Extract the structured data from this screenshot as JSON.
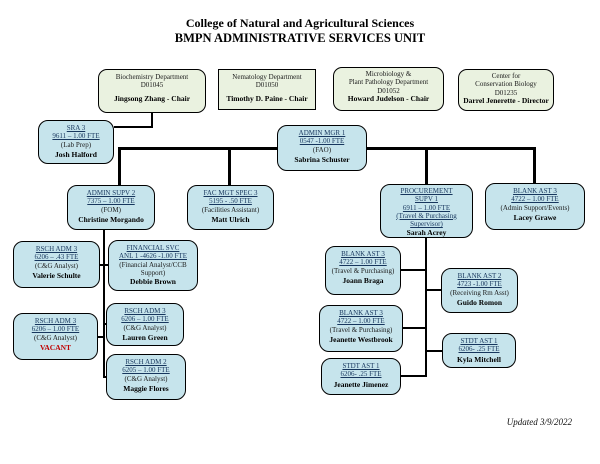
{
  "title": {
    "line1": "College of Natural and Agricultural Sciences",
    "line2": "BMPN ADMINISTRATIVE SERVICES UNIT"
  },
  "footer": {
    "updated": "Updated 3/9/2022"
  },
  "colors": {
    "dept_fill": "#eaf2e0",
    "staff_fill": "#c6e4ec",
    "heading_text": "#17365d",
    "vacant_text": "#c00000",
    "line": "#000000"
  },
  "departments": {
    "biochemistry": {
      "line1": "Biochemistry Department",
      "code": "D01045",
      "head": "Jingsong Zhang - Chair"
    },
    "nematology": {
      "line1": "Nematology Department",
      "code": "D01050",
      "head": "Timothy D. Paine - Chair"
    },
    "microbiology": {
      "line1": "Microbiology &",
      "line2": "Plant Pathology Department",
      "code": "D01052",
      "head": "Howard Judelson - Chair"
    },
    "conservation": {
      "line1": "Center for",
      "line2": "Conservation Biology",
      "code": "D01235",
      "head": "Darrel Jenerette - Director"
    }
  },
  "staff": {
    "josh": {
      "title": "SRA 3",
      "fte": "9611 – 1.00 FTE",
      "role": "(Lab Prep)",
      "name": "Josh Halford"
    },
    "sabrina": {
      "title": "ADMIN MGR 1",
      "fte": "0547 -1.00 FTE",
      "role": "(FAO)",
      "name": "Sabrina Schuster"
    },
    "christine": {
      "title": "ADMIN SUPV 2",
      "fte": "7375 – 1.00 FTE",
      "role": "(FOM)",
      "name": "Christine Morgando"
    },
    "matt": {
      "title": "FAC MGT SPEC 3",
      "fte": "5195 - .50 FTE",
      "role": "(Facilities Assistant)",
      "name": "Matt Ulrich"
    },
    "sarah": {
      "title": "PROCUREMENT",
      "title2": "SUPV 1",
      "fte": "6911 – 1.00 FTE",
      "role": "(Travel & Purchasing Supervisor)",
      "name": "Sarah Acrey"
    },
    "lacey": {
      "title": "BLANK AST 3",
      "fte": "4722 – 1.00 FTE",
      "role": "(Admin Support/Events)",
      "name": "Lacey Grawe"
    },
    "valerie": {
      "title": "RSCH ADM 3",
      "fte": "6206 – .43 FTE",
      "role": "(C&G Analyst)",
      "name": "Valerie Schulte"
    },
    "vacant": {
      "title": "RSCH ADM 3",
      "fte": "6206 – 1.00 FTE",
      "role": "(C&G Analyst)",
      "name": "VACANT"
    },
    "debbie": {
      "title": "FINANCIAL SVC",
      "fte": "ANL 1 -4626 -1.00 FTE",
      "role": "(Financial Analyst/CCB Support)",
      "name": "Debbie Brown"
    },
    "lauren": {
      "title": "RSCH ADM 3",
      "fte": "6206 – 1.00 FTE",
      "role": "(C&G Analyst)",
      "name": "Lauren Green"
    },
    "maggie": {
      "title": "RSCH ADM 2",
      "fte": "6205 – 1.00 FTE",
      "role": "(C&G Analyst)",
      "name": "Maggie Flores"
    },
    "joann": {
      "title": "BLANK AST 3",
      "fte": "4722 – 1.00 FTE",
      "role": "(Travel & Purchasing)",
      "name": "Joann Braga"
    },
    "jeanette_w": {
      "title": "BLANK AST 3",
      "fte": "4722 – 1.00 FTE",
      "role": "(Travel & Purchasing)",
      "name": "Jeanette Westbrook"
    },
    "jeanette_j": {
      "title": "STDT AST 1",
      "fte": "6206- .25 FTE",
      "name": "Jeanette Jimenez"
    },
    "guido": {
      "title": "BLANK AST 2",
      "fte": "4723 -1.00 FTE",
      "role": "(Receiving Rm Asst)",
      "name": "Guido Romon"
    },
    "kyla": {
      "title": "STDT AST 1",
      "fte": "6206- .25 FTE",
      "name": "Kyla Mitchell"
    }
  }
}
